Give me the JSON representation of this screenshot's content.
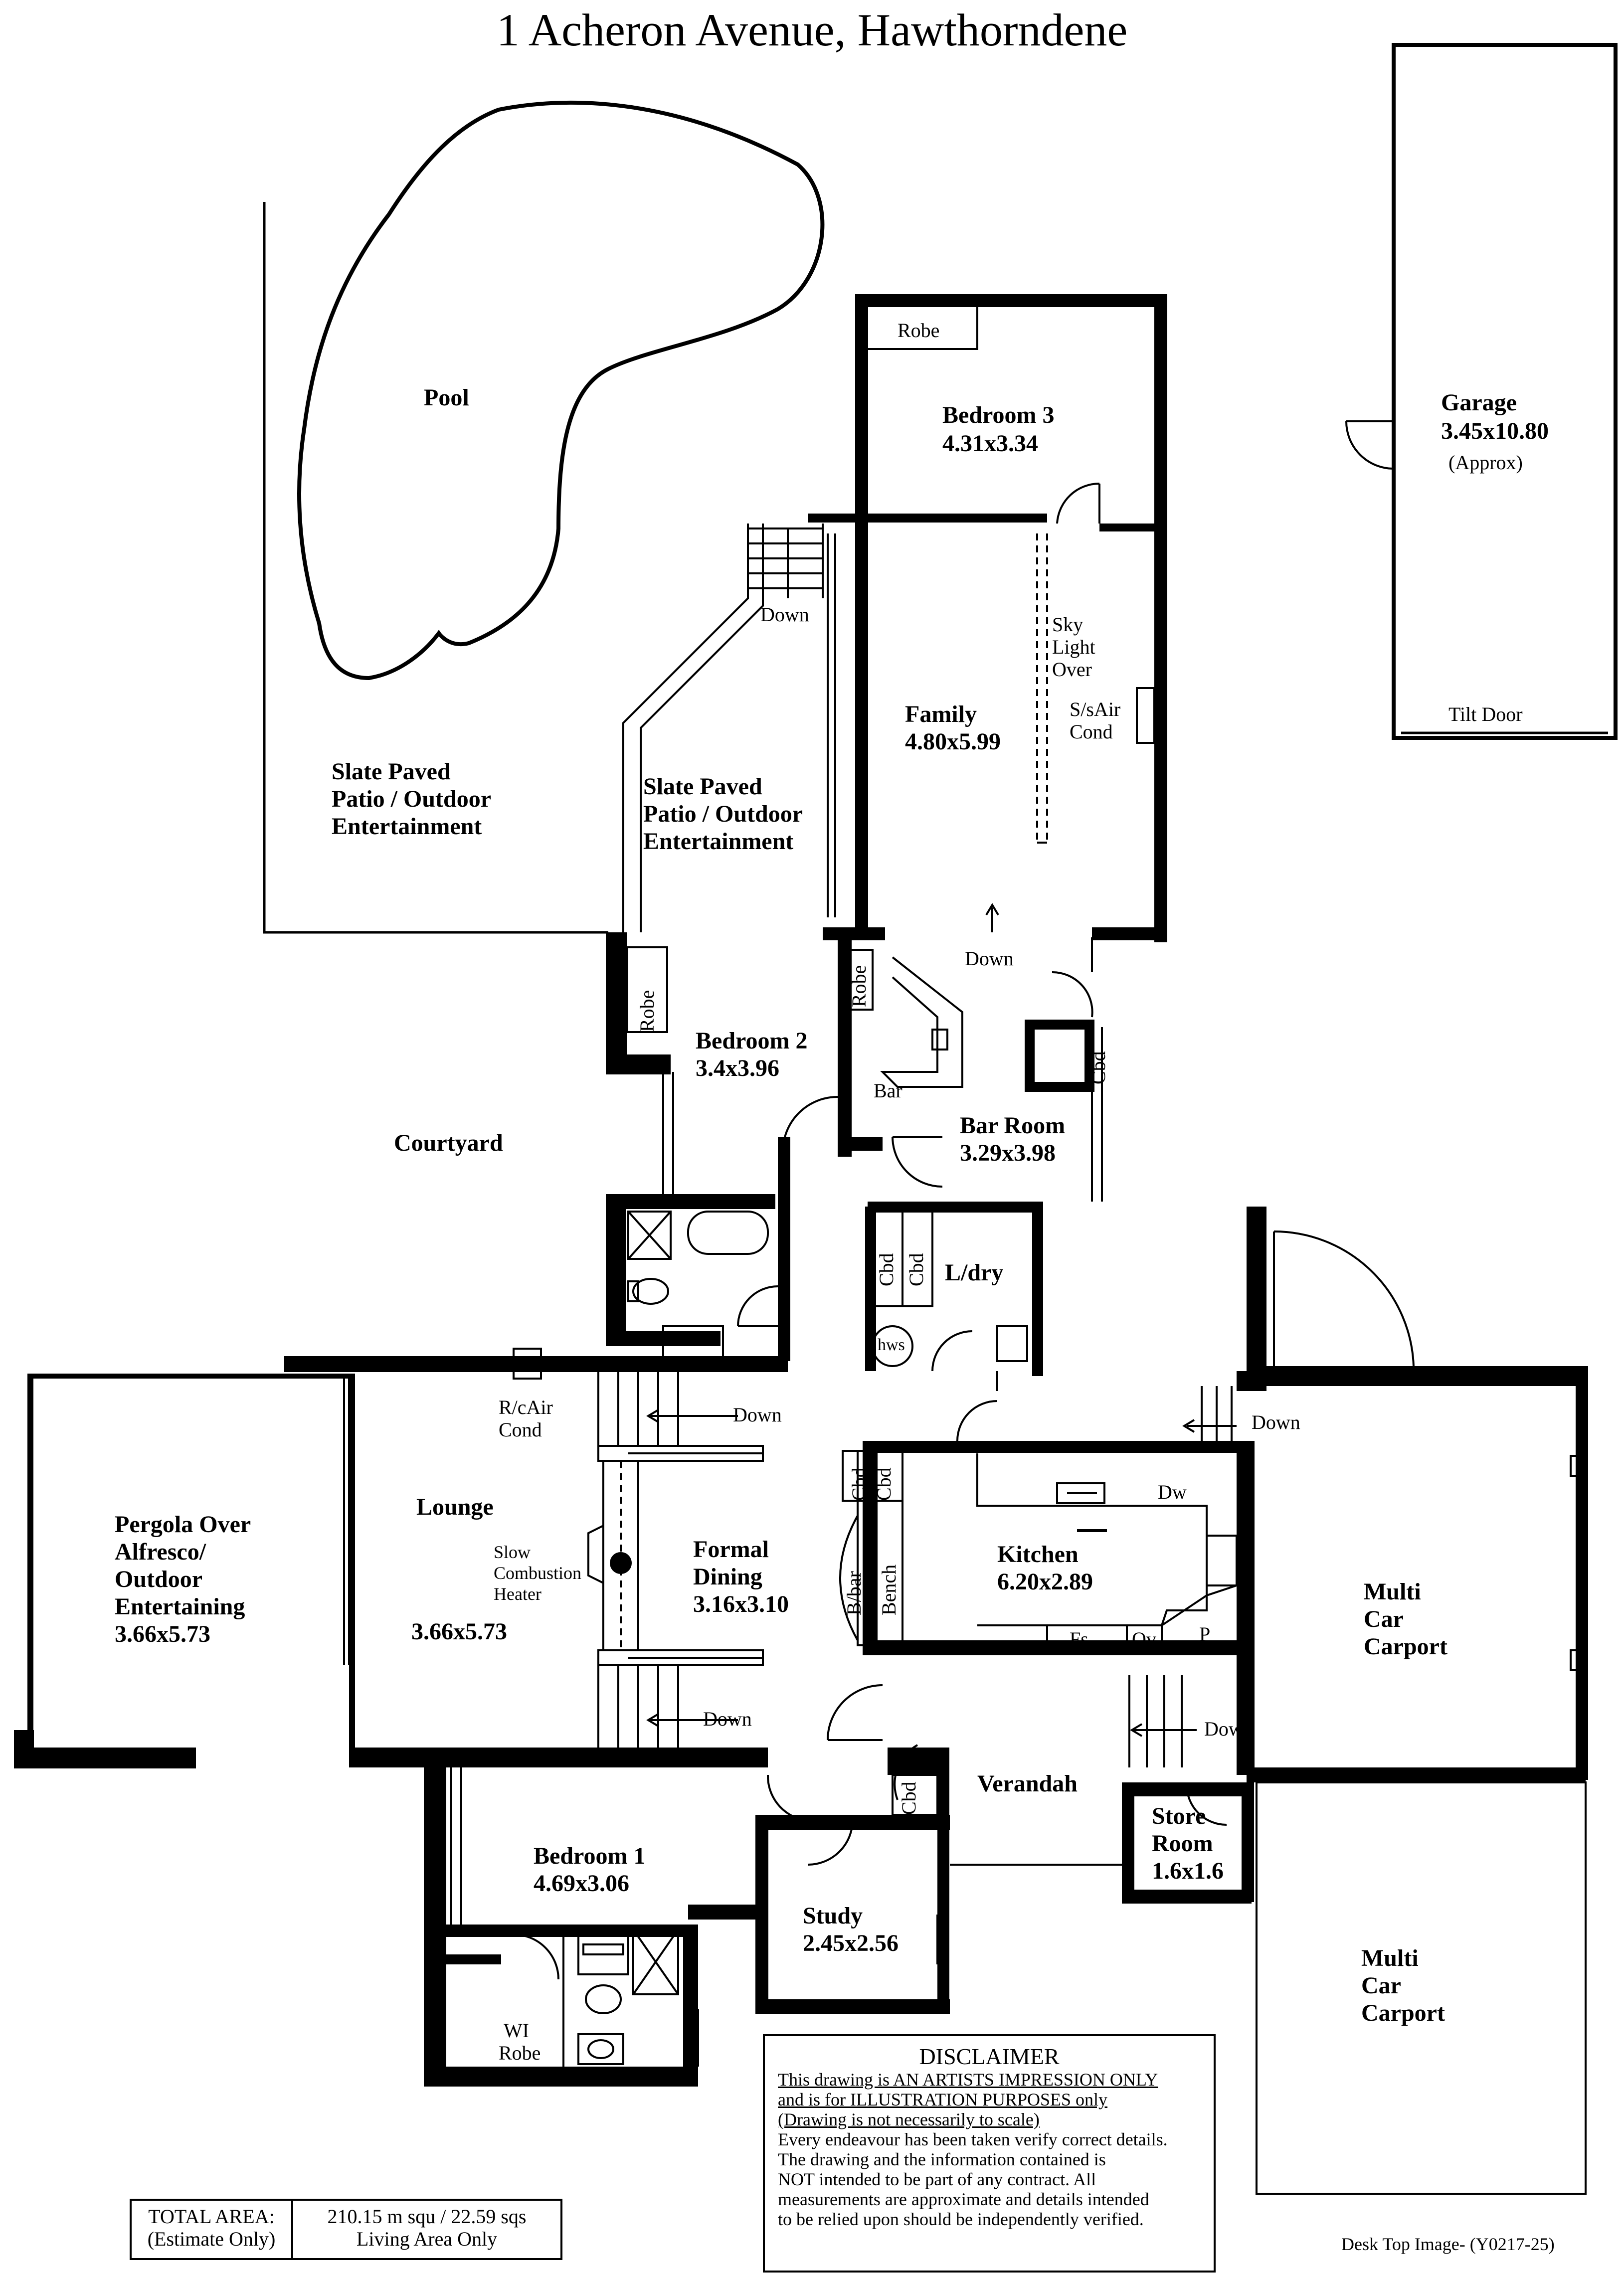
{
  "title": "1 Acheron Avenue,  Hawthorndene",
  "rooms": {
    "pool": "Pool",
    "bedroom3": "Bedroom 3",
    "bedroom3_size": "4.31x3.34",
    "robe": "Robe",
    "garage": "Garage",
    "garage_size": "3.45x10.80",
    "garage_note": "(Approx)",
    "tilt_door": "Tilt Door",
    "down": "Down",
    "sky_light_1": "Sky",
    "sky_light_2": "Light",
    "sky_light_3": "Over",
    "family": "Family",
    "family_size": "4.80x5.99",
    "ssair_1": "S/sAir",
    "ssair_2": "Cond",
    "slate_1": "Slate Paved",
    "slate_2": "Patio / Outdoor",
    "slate_3": "Entertainment",
    "bedroom2": "Bedroom 2",
    "bedroom2_size": "3.4x3.96",
    "bar": "Bar",
    "bar_room": "Bar Room",
    "bar_room_size": "3.29x3.98",
    "cbd": "Cbd",
    "courtyard": "Courtyard",
    "ldry": "L/dry",
    "hws": "hws",
    "rcair_1": "R/cAir",
    "rcair_2": "Cond",
    "pergola_1": "Pergola Over",
    "pergola_2": "Alfresco/",
    "pergola_3": "Outdoor",
    "pergola_4": "Entertaining",
    "pergola_size": "3.66x5.73",
    "lounge": "Lounge",
    "lounge_size": "3.66x5.73",
    "slow_1": "Slow",
    "slow_2": "Combustion",
    "slow_3": "Heater",
    "formal_1": "Formal",
    "formal_2": "Dining",
    "formal_size": "3.16x3.10",
    "bbar": "B/bar",
    "bench": "Bench",
    "kitchen": "Kitchen",
    "kitchen_size": "6.20x2.89",
    "dw": "Dw",
    "fs": "Fs",
    "ov": "Ov",
    "p": "P",
    "multi_1": "Multi",
    "multi_2": "Car",
    "multi_3": "Carport",
    "verandah": "Verandah",
    "store_1": "Store",
    "store_2": "Room",
    "store_size": "1.6x1.6",
    "bedroom1": "Bedroom 1",
    "bedroom1_size": "4.69x3.06",
    "study": "Study",
    "study_size": "2.45x2.56",
    "wi_1": "WI",
    "wi_2": "Robe"
  },
  "disclaimer": {
    "title": "DISCLAIMER",
    "line1": "This drawing is AN ARTISTS IMPRESSION ONLY",
    "line2": "and is for ILLUSTRATION PURPOSES only",
    "line3": "(Drawing is not necessarily to scale)",
    "line4": "Every endeavour has been taken verify correct details.",
    "line5": "The drawing and the information contained is",
    "line6": "NOT intended to be part of any contract.  All",
    "line7": "measurements are approximate and details intended",
    "line8": "to be relied upon should be independently verified."
  },
  "area": {
    "label_1": "TOTAL AREA:",
    "label_2": "(Estimate Only)",
    "value_1": "210.15 m squ /  22.59 sqs",
    "value_2": "Living Area Only"
  },
  "footer": "Desk Top Image- (Y0217-25)"
}
